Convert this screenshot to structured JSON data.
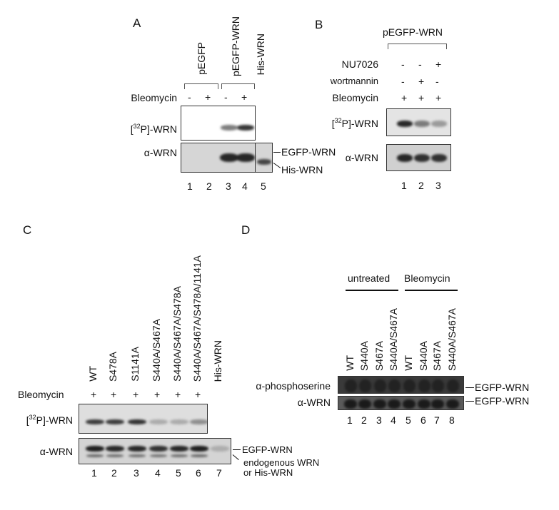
{
  "panels": {
    "A": {
      "letter": "A",
      "columns": [
        "pEGFP",
        "pEGFP-WRN",
        "His-WRN"
      ],
      "row_label": "Bleomycin",
      "signs": [
        "-",
        "+",
        "-",
        "+"
      ],
      "blot1_label_pre": "[",
      "blot1_label_sup": "32",
      "blot1_label_post": "P]-WRN",
      "blot2_label": "α-WRN",
      "markers": [
        "EGFP-WRN",
        "His-WRN"
      ],
      "lanes": [
        "1",
        "2",
        "3",
        "4",
        "5"
      ],
      "p32_intensity": [
        0,
        0,
        0.55,
        0.85
      ],
      "wrn_intensity": [
        0,
        0,
        0.9,
        0.9,
        0.75
      ]
    },
    "B": {
      "letter": "B",
      "header": "pEGFP-WRN",
      "rows": [
        {
          "label": "NU7026",
          "signs": [
            "-",
            "-",
            "+"
          ]
        },
        {
          "label": "wortmannin",
          "signs": [
            "-",
            "+",
            "-"
          ]
        },
        {
          "label": "Bleomycin",
          "signs": [
            "+",
            "+",
            "+"
          ]
        }
      ],
      "blot1_label_pre": "[",
      "blot1_label_sup": "32",
      "blot1_label_post": "P]-WRN",
      "blot2_label": "α-WRN",
      "lanes": [
        "1",
        "2",
        "3"
      ],
      "p32_intensity": [
        0.9,
        0.5,
        0.35
      ],
      "wrn_intensity": [
        0.9,
        0.85,
        0.85
      ]
    },
    "C": {
      "letter": "C",
      "columns": [
        "WT",
        "S478A",
        "S1141A",
        "S440A/S467A",
        "S440A/S467A/S478A",
        "S440A/S467A/S478A/1141A",
        "His-WRN"
      ],
      "row_label": "Bleomycin",
      "signs": [
        "+",
        "+",
        "+",
        "+",
        "+",
        "+"
      ],
      "blot1_label_pre": "[",
      "blot1_label_sup": "32",
      "blot1_label_post": "P]-WRN",
      "blot2_label": "α-WRN",
      "markers": [
        "EGFP-WRN",
        "endogenous WRN",
        "or His-WRN"
      ],
      "lanes": [
        "1",
        "2",
        "3",
        "4",
        "5",
        "6",
        "7"
      ],
      "p32_intensity": [
        0.8,
        0.8,
        0.85,
        0.25,
        0.25,
        0.4
      ],
      "wrn_intensity": [
        0.95,
        0.9,
        0.9,
        0.85,
        0.9,
        0.95,
        0.2
      ]
    },
    "D": {
      "letter": "D",
      "groups": [
        "untreated",
        "Bleomycin"
      ],
      "columns": [
        "WT",
        "S440A",
        "S467A",
        "S440A/S467A",
        "WT",
        "S440A",
        "S467A",
        "S440A/S467A"
      ],
      "blot1_label": "α-phosphoserine",
      "blot2_label": "α-WRN",
      "markers": [
        "EGFP-WRN",
        "EGFP-WRN"
      ],
      "lanes": [
        "1",
        "2",
        "3",
        "4",
        "5",
        "6",
        "7",
        "8"
      ]
    }
  }
}
